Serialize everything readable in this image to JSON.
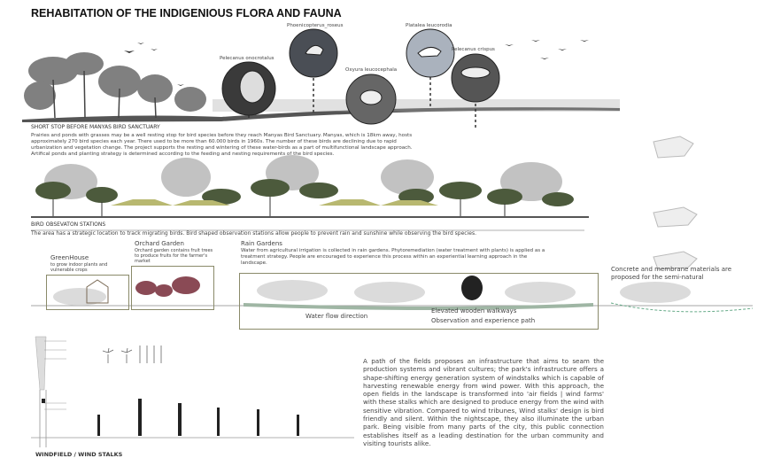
{
  "title": "REHABITATION OF THE INDIGENIOUS FLORA AND FAUNA",
  "birds": [
    {
      "label": "Pelecanus onocrotalus"
    },
    {
      "label": "Phoenicopterus_roseus"
    },
    {
      "label": "Oxyura leucocephala"
    },
    {
      "label": "Platalea leucorodia"
    },
    {
      "label": "Pelecanus crispus"
    }
  ],
  "short_stop": {
    "heading": "SHORT STOP BEFORE MANYAS BIRD SANCTUARY",
    "text": "Prairies and ponds with grasses may be a well resting stop for bird species before they reach Manyas Bird Sanctuary. Manyas, which is 18km away, hosts approximately 270 bird species each year. There used to be more than 60.000 birds in 1960s. The number of these birds are declining due to rapid urbanization and vegetation change. The project supports the resting and wintering of these water-birds as a part of multifunctional landscape approach. Artifical ponds and planting strategy is determined according to the feeding and nesting requirements of the bird species."
  },
  "observation": {
    "heading": "BIRD OBSEVATON STATIONS",
    "text": "The area has a strategic location to track migrating birds. Bird shaped observation stations allow people to prevent rain and sunshine while observing the bird species."
  },
  "greenhouse": {
    "title": "GreenHouse",
    "text": "to grow indoor plants and vulnerable crops"
  },
  "orchard": {
    "title": "Orchard Garden",
    "text": "Orchard garden contains fruit trees to produce fruits for the farmer's market"
  },
  "rain": {
    "title": "Rain Gardens",
    "text": "Water from agricultural irrigation is collected in rain gardens. Phytoremediation (water treatment with plants) is applied as a treatment strategy. People are encouraged to experience this process within an experiential learning approach in the landscape."
  },
  "concrete_note": "Concrete and membrane materials are proposed for the semi-natural",
  "water_flow": "Water flow direction",
  "walkways": {
    "line1": "Elevated wooden walkways",
    "line2": "Observation and experience path"
  },
  "windfield": {
    "heading": "WINDFIELD / WIND STALKS",
    "text": "A path of the fields proposes an infrastructure that aims to seam the production systems and vibrant cultures; the park's infrastructure offers a shape-shifting energy generation system of windstalks which is capable of harvesting renewable energy from wind power. With this approach, the open fields in the landscape is transformed into 'air fields | wind farms' with these stalks which are designed to produce energy from the wind with sensitive vibration. Compared to wind tribunes, Wind stalks' design is bird friendly and silent. Within the nightscape, they also illuminate the urban park. Being visible from many parts of the city, this public connection establishes itself as a leading destination for the urban community and visiting tourists alike."
  }
}
